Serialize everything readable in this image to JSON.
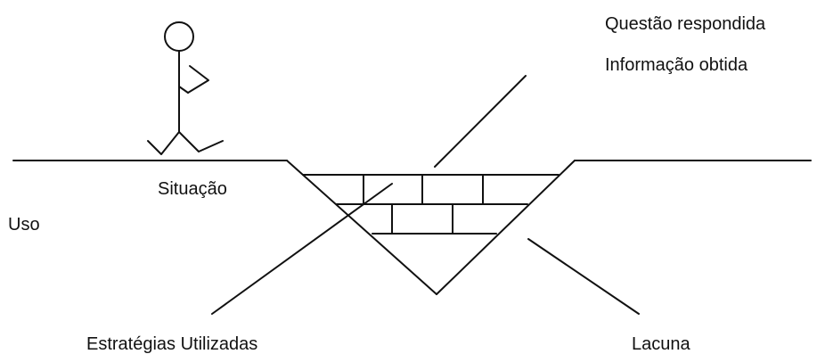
{
  "labels": {
    "questao_respondida": "Questão respondida",
    "informacao_obtida": "Informação obtida",
    "situacao": "Situação",
    "uso": "Uso",
    "estrategias_utilizadas": "Estratégias Utilizadas",
    "lacuna": "Lacuna"
  },
  "colors": {
    "line": "#111111",
    "text": "#111111",
    "background": "#ffffff"
  }
}
